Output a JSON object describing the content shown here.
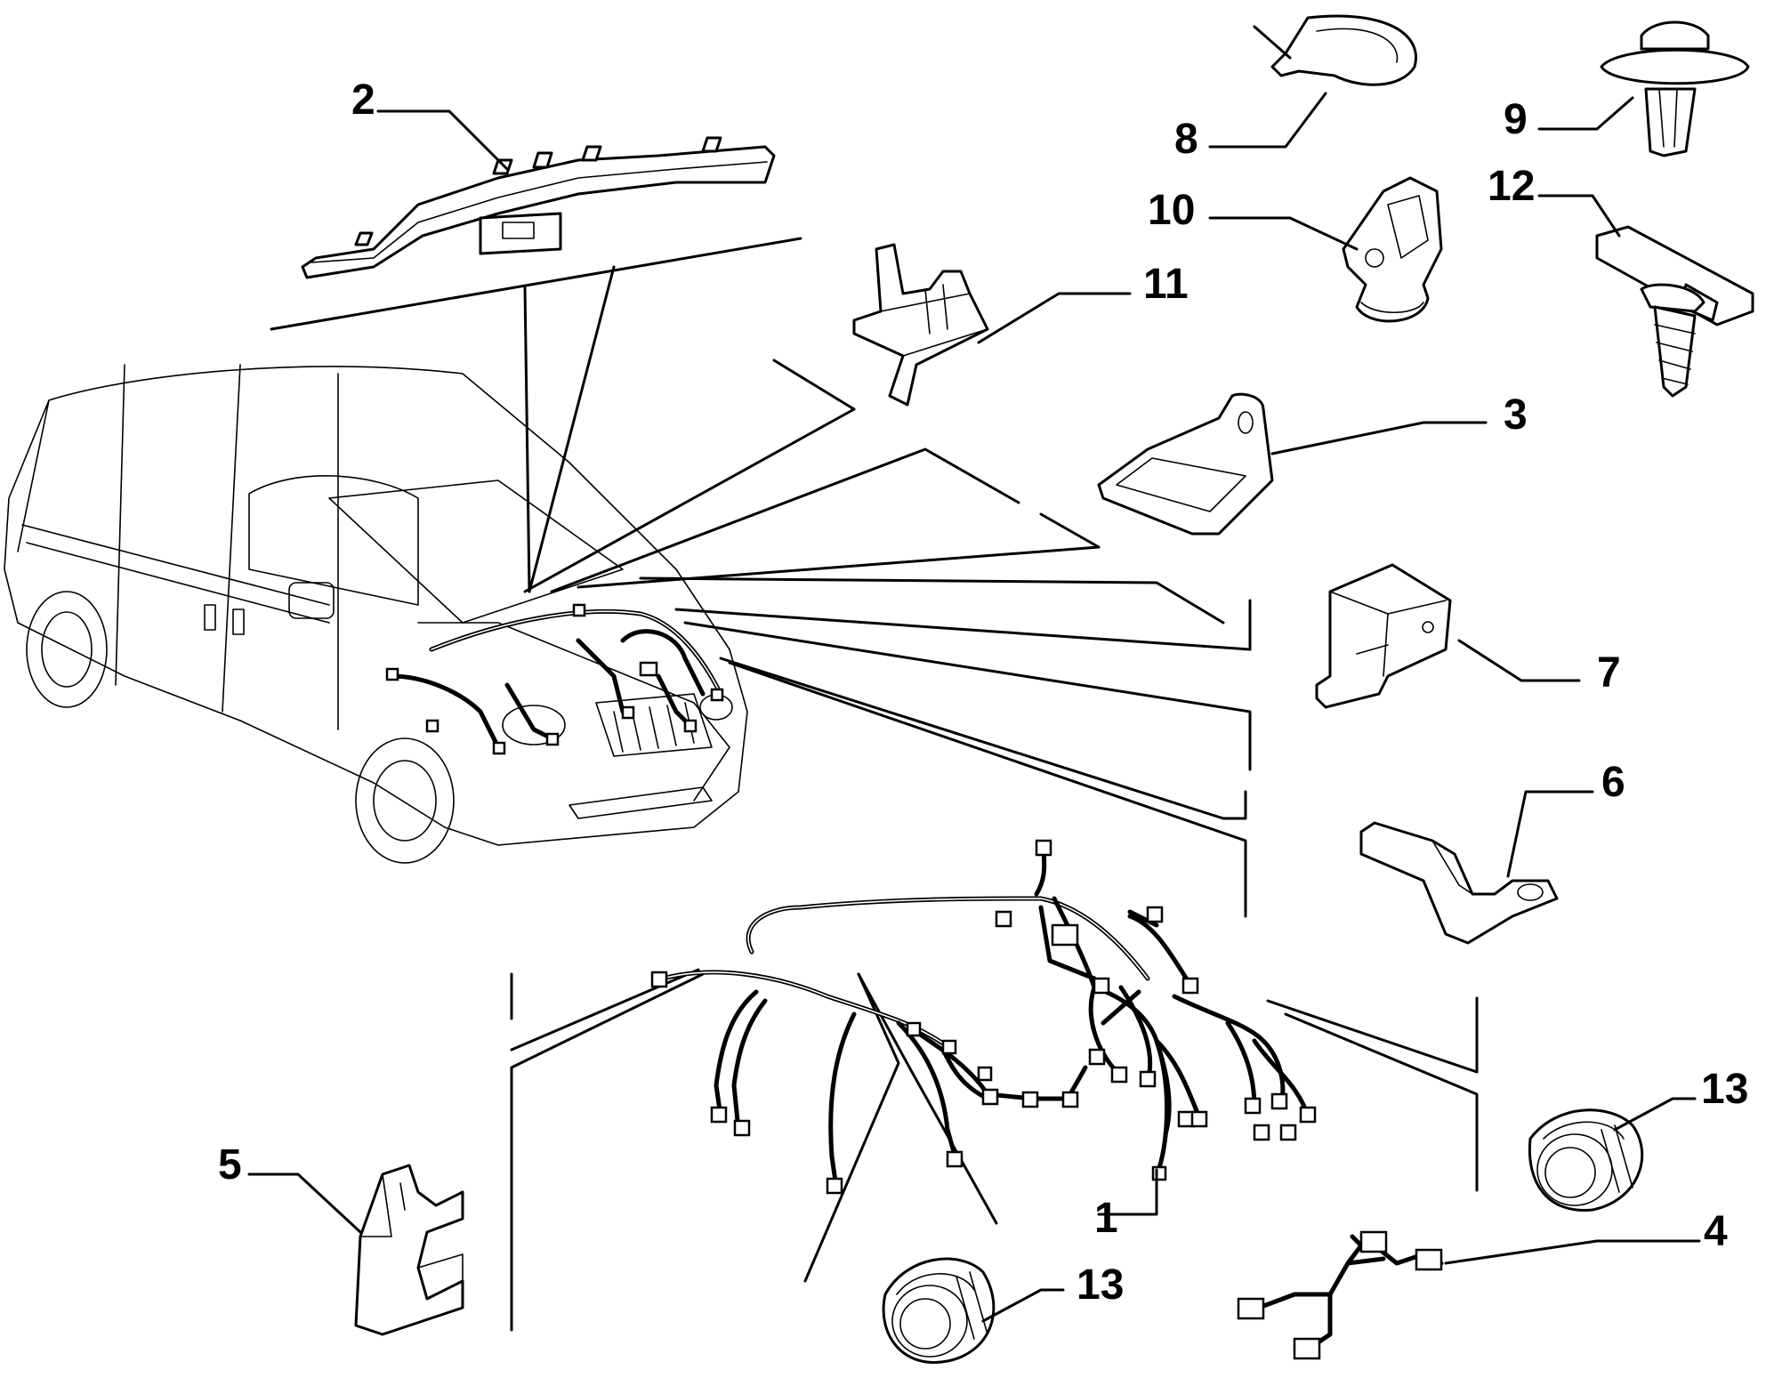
{
  "callouts": [
    {
      "id": "1",
      "text": "1"
    },
    {
      "id": "2",
      "text": "2"
    },
    {
      "id": "3",
      "text": "3"
    },
    {
      "id": "4",
      "text": "4"
    },
    {
      "id": "5",
      "text": "5"
    },
    {
      "id": "6",
      "text": "6"
    },
    {
      "id": "7",
      "text": "7"
    },
    {
      "id": "8",
      "text": "8"
    },
    {
      "id": "9",
      "text": "9"
    },
    {
      "id": "10",
      "text": "10"
    },
    {
      "id": "11",
      "text": "11"
    },
    {
      "id": "12",
      "text": "12"
    },
    {
      "id": "13a",
      "text": "13"
    },
    {
      "id": "13b",
      "text": "13"
    }
  ]
}
